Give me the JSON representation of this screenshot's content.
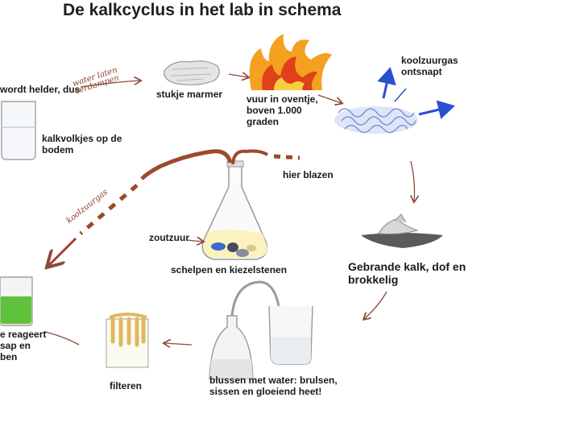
{
  "title": "De kalkcyclus in het lab in schema",
  "labels": {
    "marble": "stukje marmer",
    "fire": "vuur in oventje,\nboven 1.000\ngraden",
    "co2": "koolzuurgas\nontsnapt",
    "blow": "hier blazen",
    "acid": "zoutzuur",
    "shells": "schelpen en kiezelstenen",
    "quicklime": "Gebrande kalk, dof en\nbrokkelig",
    "slake": "blussen met water: brulsen,\nsissen en gloeiend heet!",
    "filter": "filteren",
    "clear": "wordt helder, dus",
    "flakes": "kalkvolkjes op de\nbodem",
    "reagent": "e reageert\nsap en\nben"
  },
  "handwritten": {
    "evaporate": "water laten\nverdampen",
    "co2_word": "koolzuurgas"
  },
  "colors": {
    "arrow": "#8b4a3a",
    "tube": "#9b4a2a",
    "co2_arrow": "#2a4fcf",
    "flame_outer": "#f4a020",
    "flame_inner": "#e0401a",
    "green_liquid": "#5ec23a",
    "blue_scribble": "#6c86d8"
  }
}
